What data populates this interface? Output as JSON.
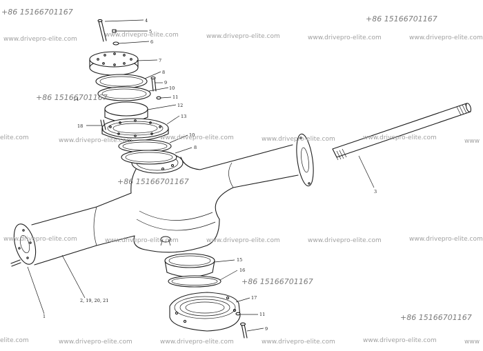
{
  "watermark": {
    "phone": "+86 15166701167",
    "site": "www.drivepro-elite.com",
    "site_clipped_left": "elite.com",
    "site_clipped_right": "www"
  },
  "part_labels": {
    "p1": "1",
    "p2": "2, 19, 20, 21",
    "p3": "3",
    "p4": "4",
    "p5": "5",
    "p6": "6",
    "p7": "7",
    "p8": "8",
    "p9": "9",
    "p10": "10",
    "p11": "11",
    "p12": "12",
    "p13": "13",
    "p14": "14",
    "p15": "15",
    "p16": "16",
    "p17": "17",
    "p18": "18"
  }
}
